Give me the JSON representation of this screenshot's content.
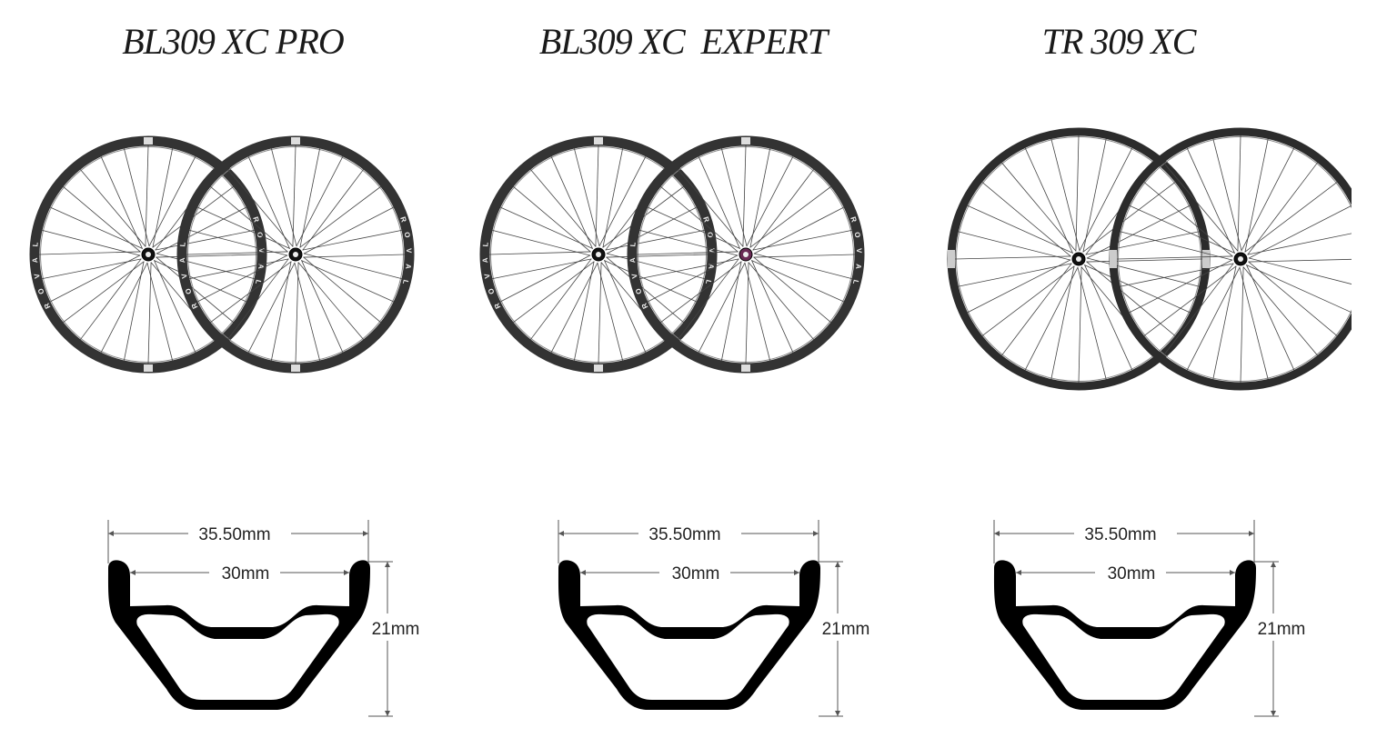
{
  "products": [
    {
      "title": "BL309 XC PRO",
      "rim_logo": "ROVAL",
      "rim_style": "carbon-decal",
      "hub_color": "#111111",
      "hub_rear_color": "#111111",
      "dims": {
        "outer_width": "35.50mm",
        "inner_width": "30mm",
        "height": "21mm"
      }
    },
    {
      "title": "BL309 XC  EXPERT",
      "rim_logo": "ROVAL",
      "rim_style": "carbon-decal",
      "hub_color": "#111111",
      "hub_rear_color": "#6a2a55",
      "dims": {
        "outer_width": "35.50mm",
        "inner_width": "30mm",
        "height": "21mm"
      }
    },
    {
      "title": "TR 309 XC",
      "rim_logo": "",
      "rim_style": "alloy-plain",
      "hub_color": "#111111",
      "hub_rear_color": "#111111",
      "dims": {
        "outer_width": "35.50mm",
        "inner_width": "30mm",
        "height": "21mm"
      }
    }
  ]
}
